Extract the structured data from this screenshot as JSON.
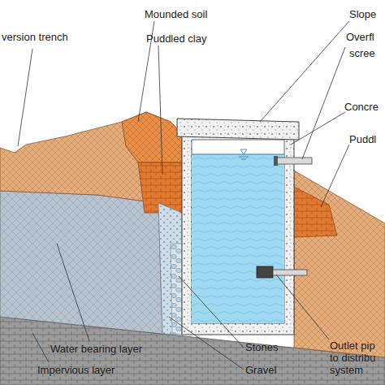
{
  "diagram": {
    "labels": [
      "version trench",
      "Mounded soil",
      "Puddled clay",
      "Slope",
      "Overfl",
      "scree",
      "Concre",
      "Puddl",
      "Water bearing layer",
      "Impervious layer",
      "Stones",
      "Gravel",
      "Outlet pip to distribu system"
    ]
  }
}
